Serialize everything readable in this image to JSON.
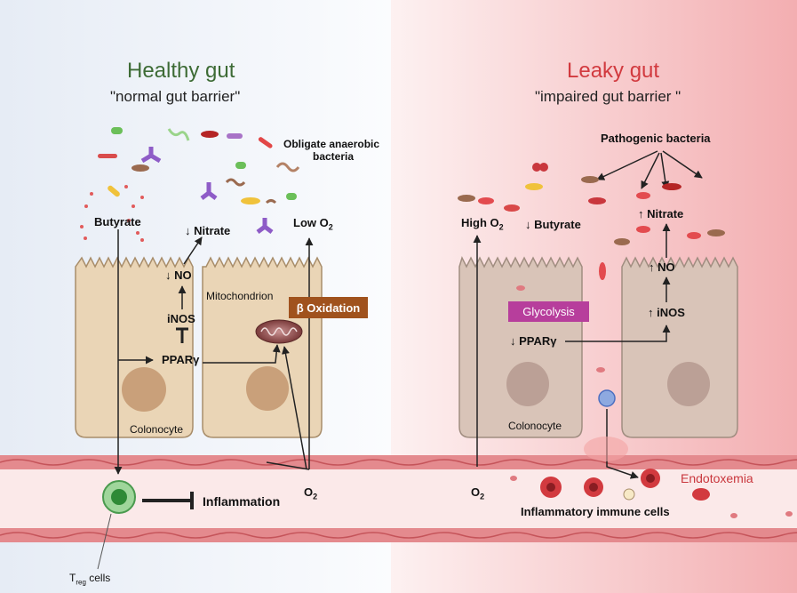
{
  "healthy": {
    "title": "Healthy gut",
    "subtitle": "\"normal gut barrier\"",
    "obligate_anaerobic": "Obligate anaerobic",
    "bacteria": "bacteria",
    "butyrate": "Butyrate",
    "nitrate": "↓ Nitrate",
    "low_o2_main": "Low O",
    "no": "↓ NO",
    "inos": "iNOS",
    "pparg": "PPARγ",
    "mitochondrion": "Mitochondrion",
    "beta_oxidation": "β Oxidation",
    "colonocyte": "Colonocyte",
    "o2_main": "O",
    "inflammation": "Inflammation",
    "treg_t": "T",
    "treg_sub": "reg",
    "treg_cells": " cells"
  },
  "leaky": {
    "title": "Leaky gut",
    "subtitle": "\"impaired gut barrier \"",
    "pathogenic": "Pathogenic  bacteria",
    "high_o2_main": "High O",
    "butyrate": "↓ Butyrate",
    "nitrate": "↑ Nitrate",
    "no": "↑ NO",
    "inos": "↑ iNOS",
    "glycolysis": "Glycolysis",
    "pparg": "↓ PPARγ",
    "colonocyte": "Colonocyte",
    "o2_main": "O",
    "inflammatory": "Inflammatory immune cells",
    "endotoxemia": "Endotoxemia"
  },
  "subscript_two": "2",
  "colors": {
    "healthy_title": "#3d6b35",
    "leaky_title": "#d23a3f",
    "beta_box": "#a0521d",
    "glycolysis_box": "#b73e9c",
    "cell_healthy": "#ead5b6",
    "cell_leaky": "#d9c4b8",
    "nucleus": "#c9a07a",
    "vessel": "#e07a80"
  }
}
